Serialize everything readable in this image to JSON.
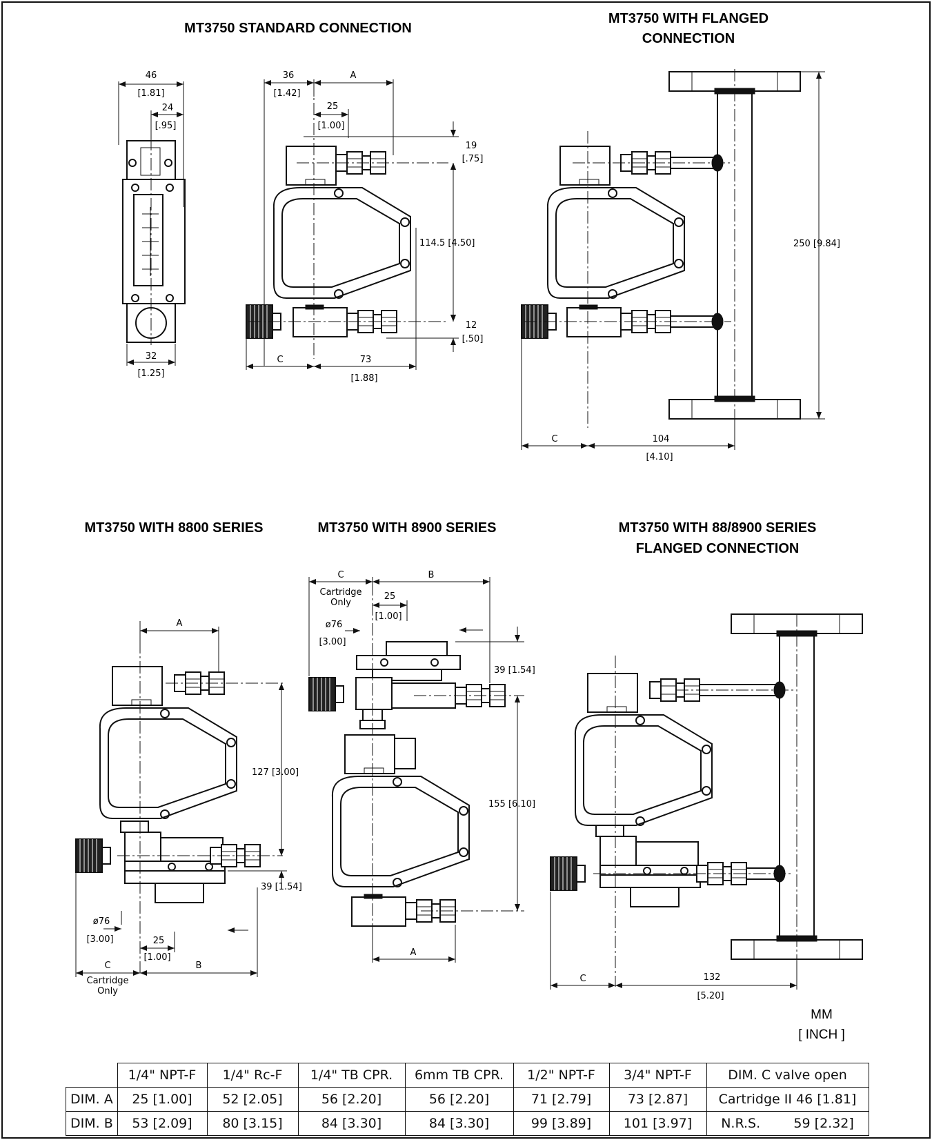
{
  "headers": {
    "standard": "MT3750 STANDARD CONNECTION",
    "flanged_l1": "MT3750 WITH FLANGED",
    "flanged_l2": "CONNECTION",
    "s8800": "MT3750 WITH 8800 SERIES",
    "s8900": "MT3750 WITH 8900 SERIES",
    "s88_8900_l1": "MT3750 WITH 88/8900 SERIES",
    "s88_8900_l2": "FLANGED CONNECTION"
  },
  "dims": {
    "side_46": "46",
    "side_46in": "[1.81]",
    "side_24": "24",
    "side_24in": "[.95]",
    "side_32": "32",
    "side_32in": "[1.25]",
    "std_36": "36",
    "std_36in": "[1.42]",
    "std_A": "A",
    "std_25": "25",
    "std_25in": "[1.00]",
    "std_19": "19",
    "std_19in": "[.75]",
    "std_1145": "114.5 [4.50]",
    "std_12": "12",
    "std_12in": "[.50]",
    "std_C": "C",
    "std_73": "73",
    "std_73in": "[1.88]",
    "fl_250": "250 [9.84]",
    "fl_C": "C",
    "fl_104": "104",
    "fl_104in": "[4.10]",
    "s88_A": "A",
    "s88_127": "127 [3.00]",
    "s88_39": "39 [1.54]",
    "s88_76": "ø76",
    "s88_76in": "[3.00]",
    "s88_25": "25",
    "s88_25in": "[1.00]",
    "s88_C": "C",
    "s88_B": "B",
    "s88_cart1": "Cartridge",
    "s88_cart2": "Only",
    "s89_C": "C",
    "s89_B": "B",
    "s89_cart1": "Cartridge",
    "s89_cart2": "Only",
    "s89_25": "25",
    "s89_25in": "[1.00]",
    "s89_76": "ø76",
    "s89_76in": "[3.00]",
    "s89_39": "39 [1.54]",
    "s89_155": "155 [6.10]",
    "s89_A": "A",
    "fl2_C": "C",
    "fl2_132": "132",
    "fl2_132in": "[5.20]"
  },
  "units": {
    "line1": "MM",
    "line2": "[ INCH ]"
  },
  "table": {
    "columns": [
      "",
      "1/4\" NPT-F",
      "1/4\" Rc-F",
      "1/4\" TB CPR.",
      "6mm TB CPR.",
      "1/2\" NPT-F",
      "3/4\" NPT-F",
      "DIM. C valve open"
    ],
    "rows": [
      [
        "DIM. A",
        "25 [1.00]",
        "52 [2.05]",
        "56 [2.20]",
        "56 [2.20]",
        "71 [2.79]",
        "73 [2.87]",
        "Cartridge II 46 [1.81]"
      ],
      [
        "DIM. B",
        "53 [2.09]",
        "80 [3.15]",
        "84 [3.30]",
        "84 [3.30]",
        "99 [3.89]",
        "101 [3.97]",
        "N.R.S.        59 [2.32]"
      ]
    ]
  }
}
